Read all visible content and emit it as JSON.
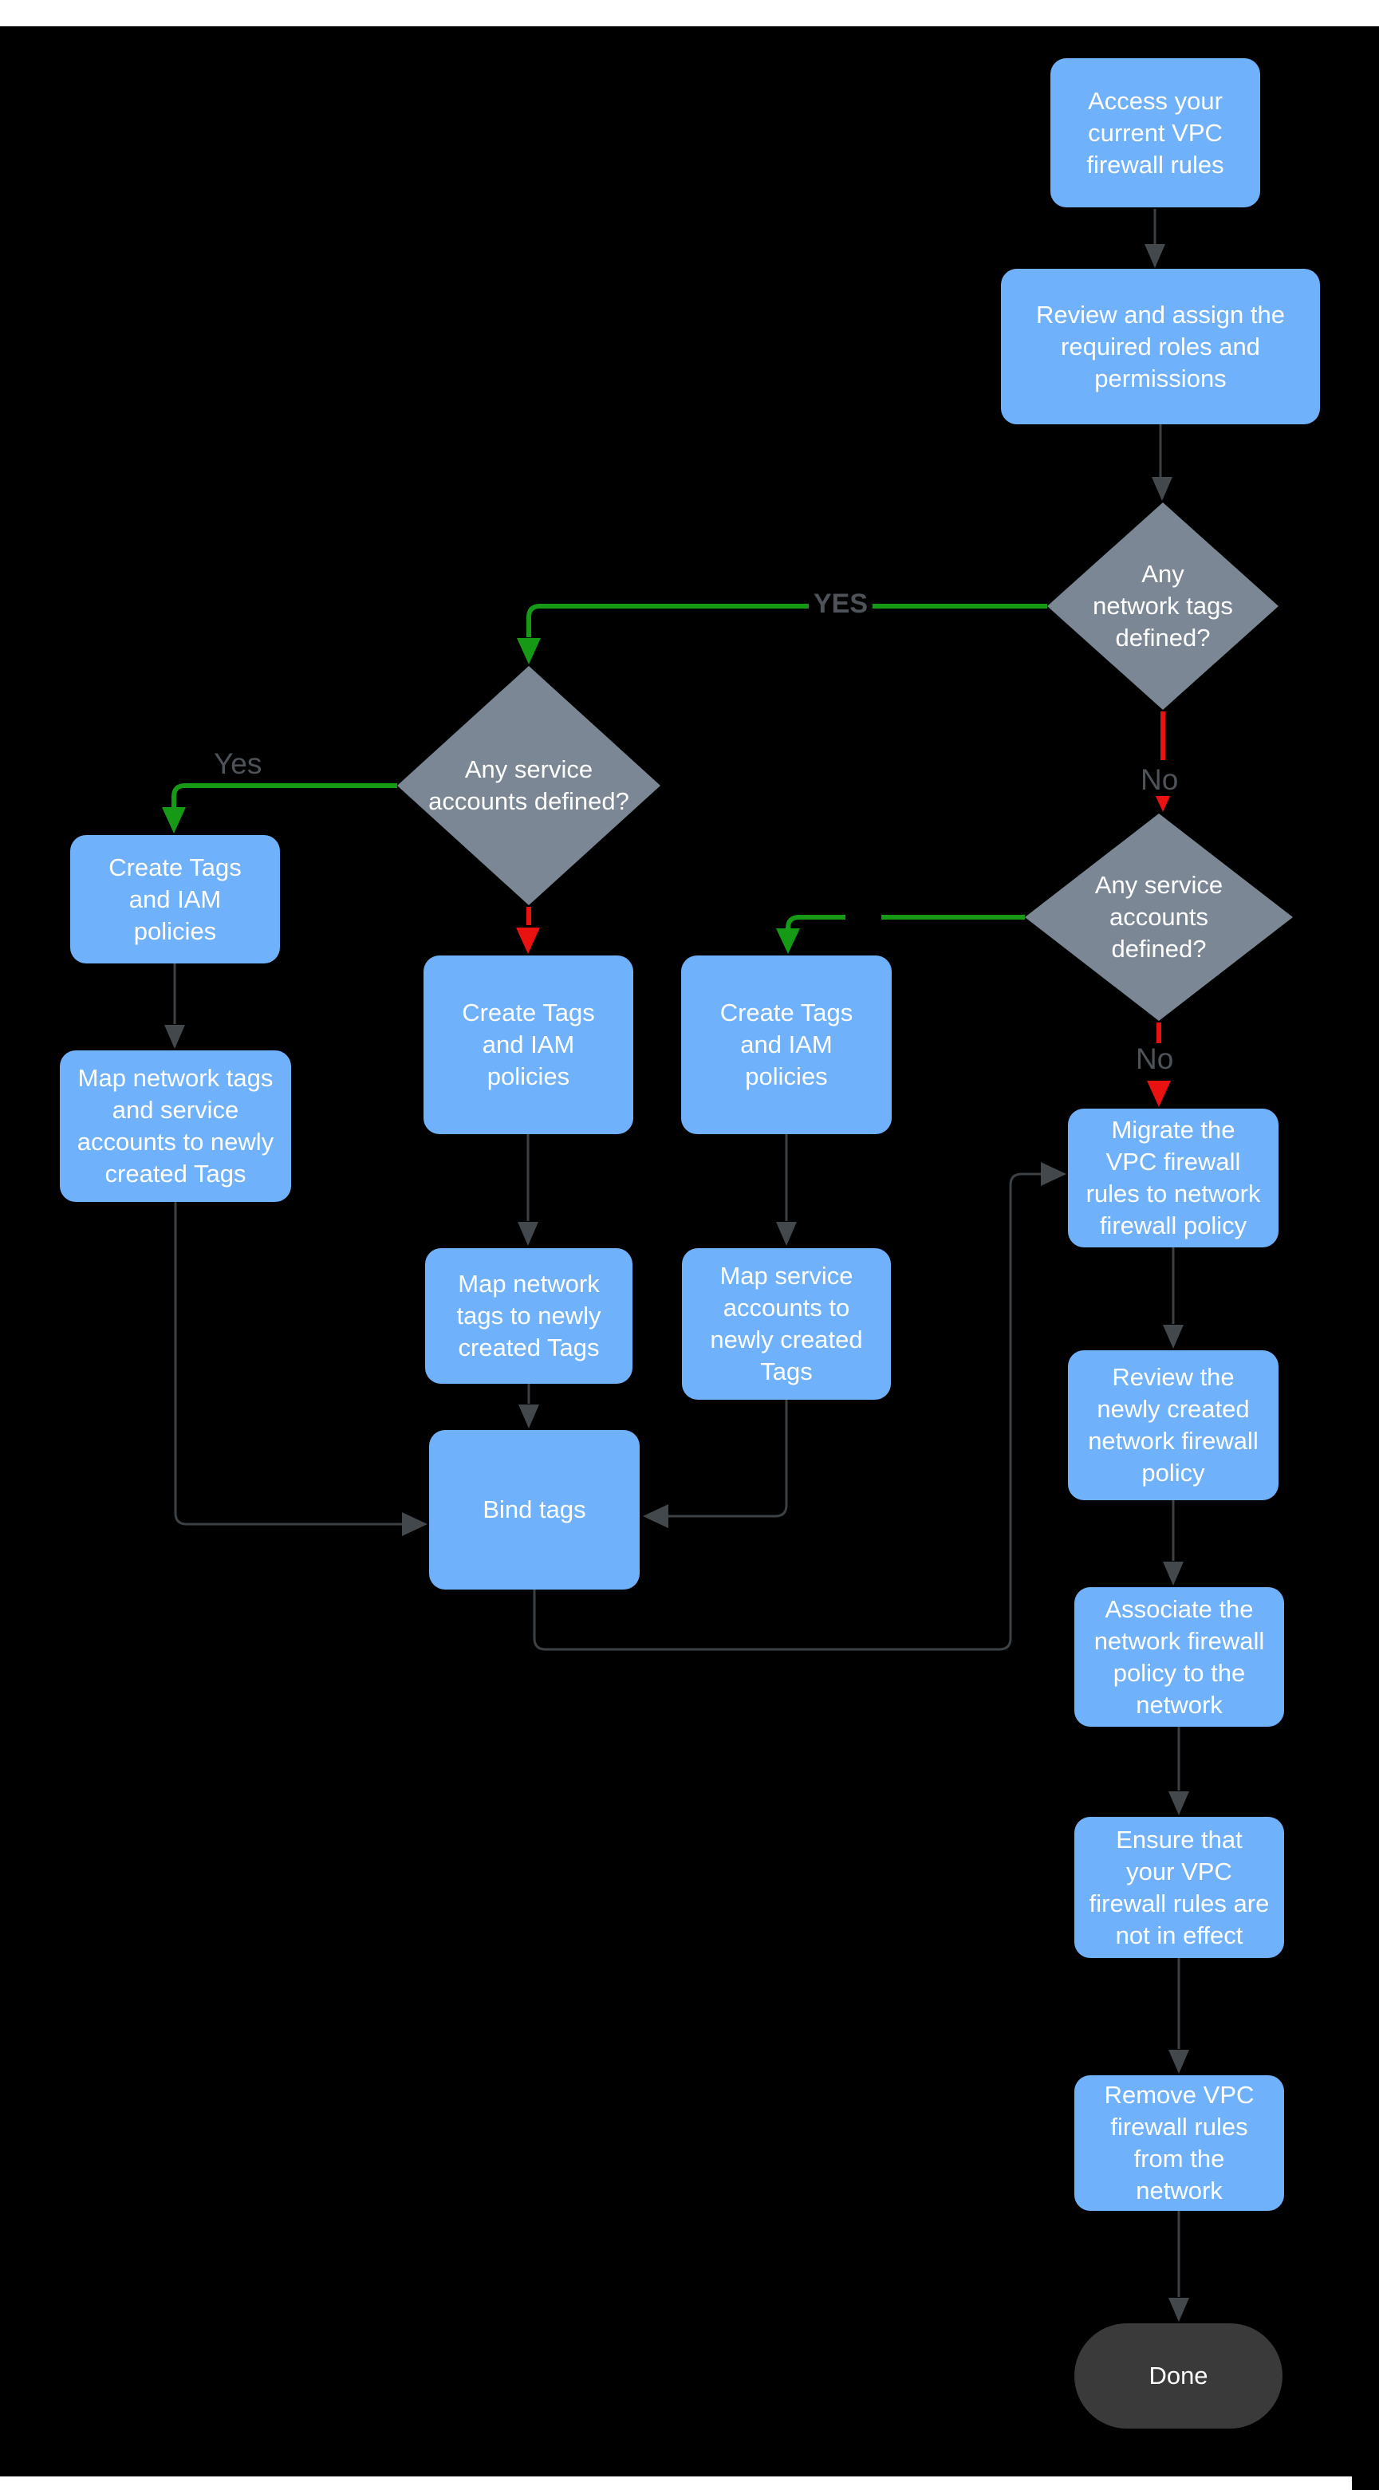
{
  "page": {
    "background": "#000000",
    "top_bar_color": "#ffffff",
    "bottom_bar_color": "#ffffff"
  },
  "colors": {
    "process_fill": "#6fb1fa",
    "decision_fill": "#7b8794",
    "terminal_fill": "#3a3a3a",
    "node_text": "#ffffff",
    "edge_neutral": "#3c4145",
    "edge_yes": "#169a16",
    "edge_no": "#ea1111",
    "edge_label_text": "#4d5359"
  },
  "flowchart": {
    "nodes": {
      "access": {
        "type": "process",
        "label": "Access your\ncurrent VPC\nfirewall rules"
      },
      "review_roles": {
        "type": "process",
        "label": "Review and assign the\nrequired roles and\npermissions"
      },
      "net_tags_decision": {
        "type": "decision",
        "label": "Any\nnetwork tags\ndefined?"
      },
      "svc_accounts_decision_left": {
        "type": "decision",
        "label": "Any service\naccounts defined?"
      },
      "svc_accounts_decision_right": {
        "type": "decision",
        "label": "Any service\naccounts\ndefined?"
      },
      "create_tags_left": {
        "type": "process",
        "label": "Create Tags\nand IAM\npolicies"
      },
      "map_both_left": {
        "type": "process",
        "label": "Map network tags\nand service\naccounts to newly\ncreated Tags"
      },
      "create_tags_center": {
        "type": "process",
        "label": "Create Tags\nand IAM\npolicies"
      },
      "map_network_center": {
        "type": "process",
        "label": "Map network\ntags to newly\ncreated Tags"
      },
      "create_tags_right": {
        "type": "process",
        "label": "Create Tags\nand IAM\npolicies"
      },
      "map_service_right": {
        "type": "process",
        "label": "Map service\naccounts  to\nnewly created\nTags"
      },
      "bind_tags": {
        "type": "process",
        "label": "Bind tags"
      },
      "migrate": {
        "type": "process",
        "label": "Migrate the\nVPC firewall\nrules to network\nfirewall policy"
      },
      "review_policy": {
        "type": "process",
        "label": "Review the\nnewly created\nnetwork firewall\npolicy"
      },
      "associate": {
        "type": "process",
        "label": "Associate the\nnetwork firewall\npolicy to the\nnetwork"
      },
      "ensure": {
        "type": "process",
        "label": "Ensure that\nyour VPC\nfirewall rules are\nnot in effect"
      },
      "remove": {
        "type": "process",
        "label": "Remove  VPC\nfirewall rules\nfrom the\nnetwork"
      },
      "done": {
        "type": "terminal",
        "label": "Done"
      }
    },
    "edge_labels": {
      "yes_caps": "YES",
      "yes": "Yes",
      "no_top": "No",
      "no_bottom": "No"
    },
    "edges": [
      {
        "from": "access",
        "to": "review_roles",
        "color": "neutral"
      },
      {
        "from": "review_roles",
        "to": "net_tags_decision",
        "color": "neutral"
      },
      {
        "from": "net_tags_decision",
        "to": "svc_accounts_decision_left",
        "label": "YES",
        "color": "green"
      },
      {
        "from": "net_tags_decision",
        "to": "svc_accounts_decision_right",
        "label": "No",
        "color": "red"
      },
      {
        "from": "svc_accounts_decision_left",
        "to": "create_tags_left",
        "label": "Yes",
        "color": "green"
      },
      {
        "from": "svc_accounts_decision_left",
        "to": "create_tags_center",
        "color": "red"
      },
      {
        "from": "svc_accounts_decision_right",
        "to": "create_tags_right",
        "color": "green"
      },
      {
        "from": "svc_accounts_decision_right",
        "to": "migrate",
        "label": "No",
        "color": "red"
      },
      {
        "from": "create_tags_left",
        "to": "map_both_left",
        "color": "neutral"
      },
      {
        "from": "create_tags_center",
        "to": "map_network_center",
        "color": "neutral"
      },
      {
        "from": "create_tags_right",
        "to": "map_service_right",
        "color": "neutral"
      },
      {
        "from": "map_both_left",
        "to": "bind_tags",
        "color": "neutral"
      },
      {
        "from": "map_network_center",
        "to": "bind_tags",
        "color": "neutral"
      },
      {
        "from": "map_service_right",
        "to": "bind_tags",
        "color": "neutral"
      },
      {
        "from": "bind_tags",
        "to": "migrate",
        "color": "neutral"
      },
      {
        "from": "migrate",
        "to": "review_policy",
        "color": "neutral"
      },
      {
        "from": "review_policy",
        "to": "associate",
        "color": "neutral"
      },
      {
        "from": "associate",
        "to": "ensure",
        "color": "neutral"
      },
      {
        "from": "ensure",
        "to": "remove",
        "color": "neutral"
      },
      {
        "from": "remove",
        "to": "done",
        "color": "neutral"
      }
    ]
  }
}
